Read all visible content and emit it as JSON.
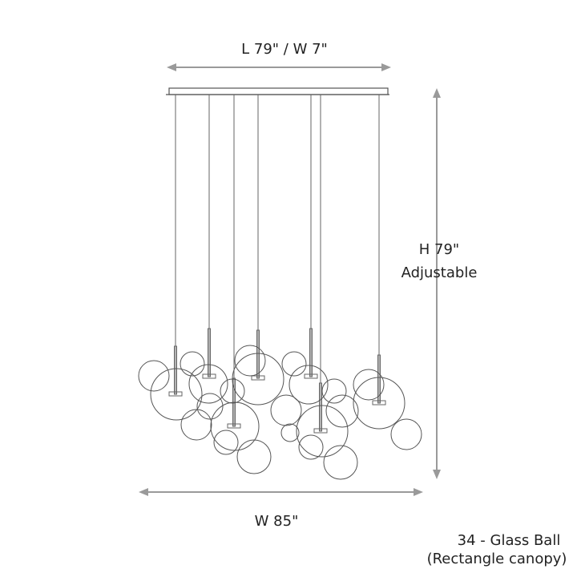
{
  "dimensions": {
    "length_width": "L 79\" / W 7\"",
    "height": "H 79\"",
    "height_note": "Adjustable",
    "width": "W 85\""
  },
  "product": {
    "count_label": "34 - Glass Ball",
    "canopy_label": "(Rectangle canopy)"
  },
  "colors": {
    "line": "#555555",
    "arrow": "#9a9a9a",
    "text": "#222222"
  }
}
